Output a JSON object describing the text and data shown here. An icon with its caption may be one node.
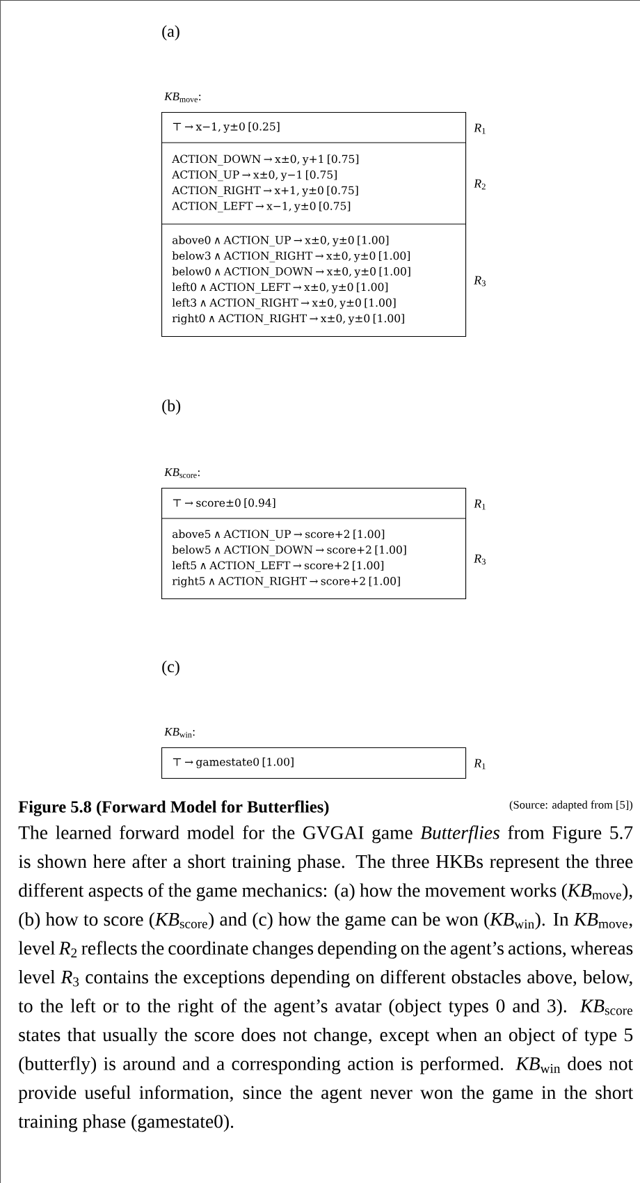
{
  "diagram": {
    "title": "Figure 5.8 (Forward Model for Butterflies)",
    "caption": "The learned forward model for the GVGAI game *Butterflies* from Figure 5.7 is shown here after a short training phase. The three HKBs represent the three different aspects of the game mechanics: (a) how the movement works (*KB*$_{move}$), (b) how to score (*KB*$_{score}$) and (c) how the game can be won (*KB*$_{win}$). In *KB*$_{move}$, level *R*$_{2}$ reflects the coordinate changes depending on the agent’s actions, whereas level *R*$_{3}$ contains the exceptions depending on different obstacles above, below, to the left or to the right of the agent’s avatar (object types 0 and 3). *KB*$_{score}$ states that usually the score does not change, except when an object of type 5 (butterfly) is around and a corresponding action is performed. *KB*$_{win}$ does not provide useful information, since the agent never won the game in the short training phase (gamestate0).",
    "nodes": [
      {
        "text": [
          "*KB*$_{move}$:"
        ]
      },
      {
        "text": [
          "⊤ → x−1, y±0 [0.25]"
        ],
        "in": 0
      },
      {
        "text": [
          "ACTION_DOWN → x±0, y+1 [0.75]",
          "ACTION_UP → x±0, y−1 [0.75]",
          "ACTION_RIGHT → x+1, y±0 [0.75]",
          "ACTION_LEFT → x−1, y±0 [0.75]"
        ],
        "in": 0
      },
      {
        "text": [
          "above0 ∧ ACTION_UP → x±0, y±0 [1.00]",
          "below3 ∧ ACTION_RIGHT → x±0, y±0 [1.00]",
          "below0 ∧ ACTION_DOWN → x±0, y±0 [1.00]",
          "left0 ∧ ACTION_LEFT → x±0, y±0 [1.00]",
          "left3 ∧ ACTION_RIGHT → x±0, y±0 [1.00]",
          "right0 ∧ ACTION_RIGHT → x±0, y±0 [1.00]"
        ],
        "in": 0
      },
      {
        "text": [
          "*KB*$_{score}$:"
        ]
      },
      {
        "text": [
          "⊤ → score±0 [0.94]"
        ],
        "in": 4
      },
      {
        "text": [
          "above5 ∧ ACTION_UP → score+2 [1.00]",
          "below5 ∧ ACTION_DOWN → score+2 [1.00]",
          "left5 ∧ ACTION_LEFT → score+2 [1.00]",
          "right5 ∧ ACTION_RIGHT → score+2 [1.00]"
        ],
        "in": 4
      },
      {
        "text": [
          "*KB*$_{win}$:"
        ]
      },
      {
        "text": [
          "⊤ → gamestate0 [1.00]"
        ],
        "in": 7
      }
    ],
    "labels": [
      "(a)",
      "*R*$_{1}$",
      "*R*$_{2}$",
      "*R*$_{3}$",
      "(b)",
      "*R*$_{1}$",
      "*R*$_{3}$",
      "(c)",
      "*R*$_{1}$",
      "(Source: adapted from [5])"
    ]
  }
}
